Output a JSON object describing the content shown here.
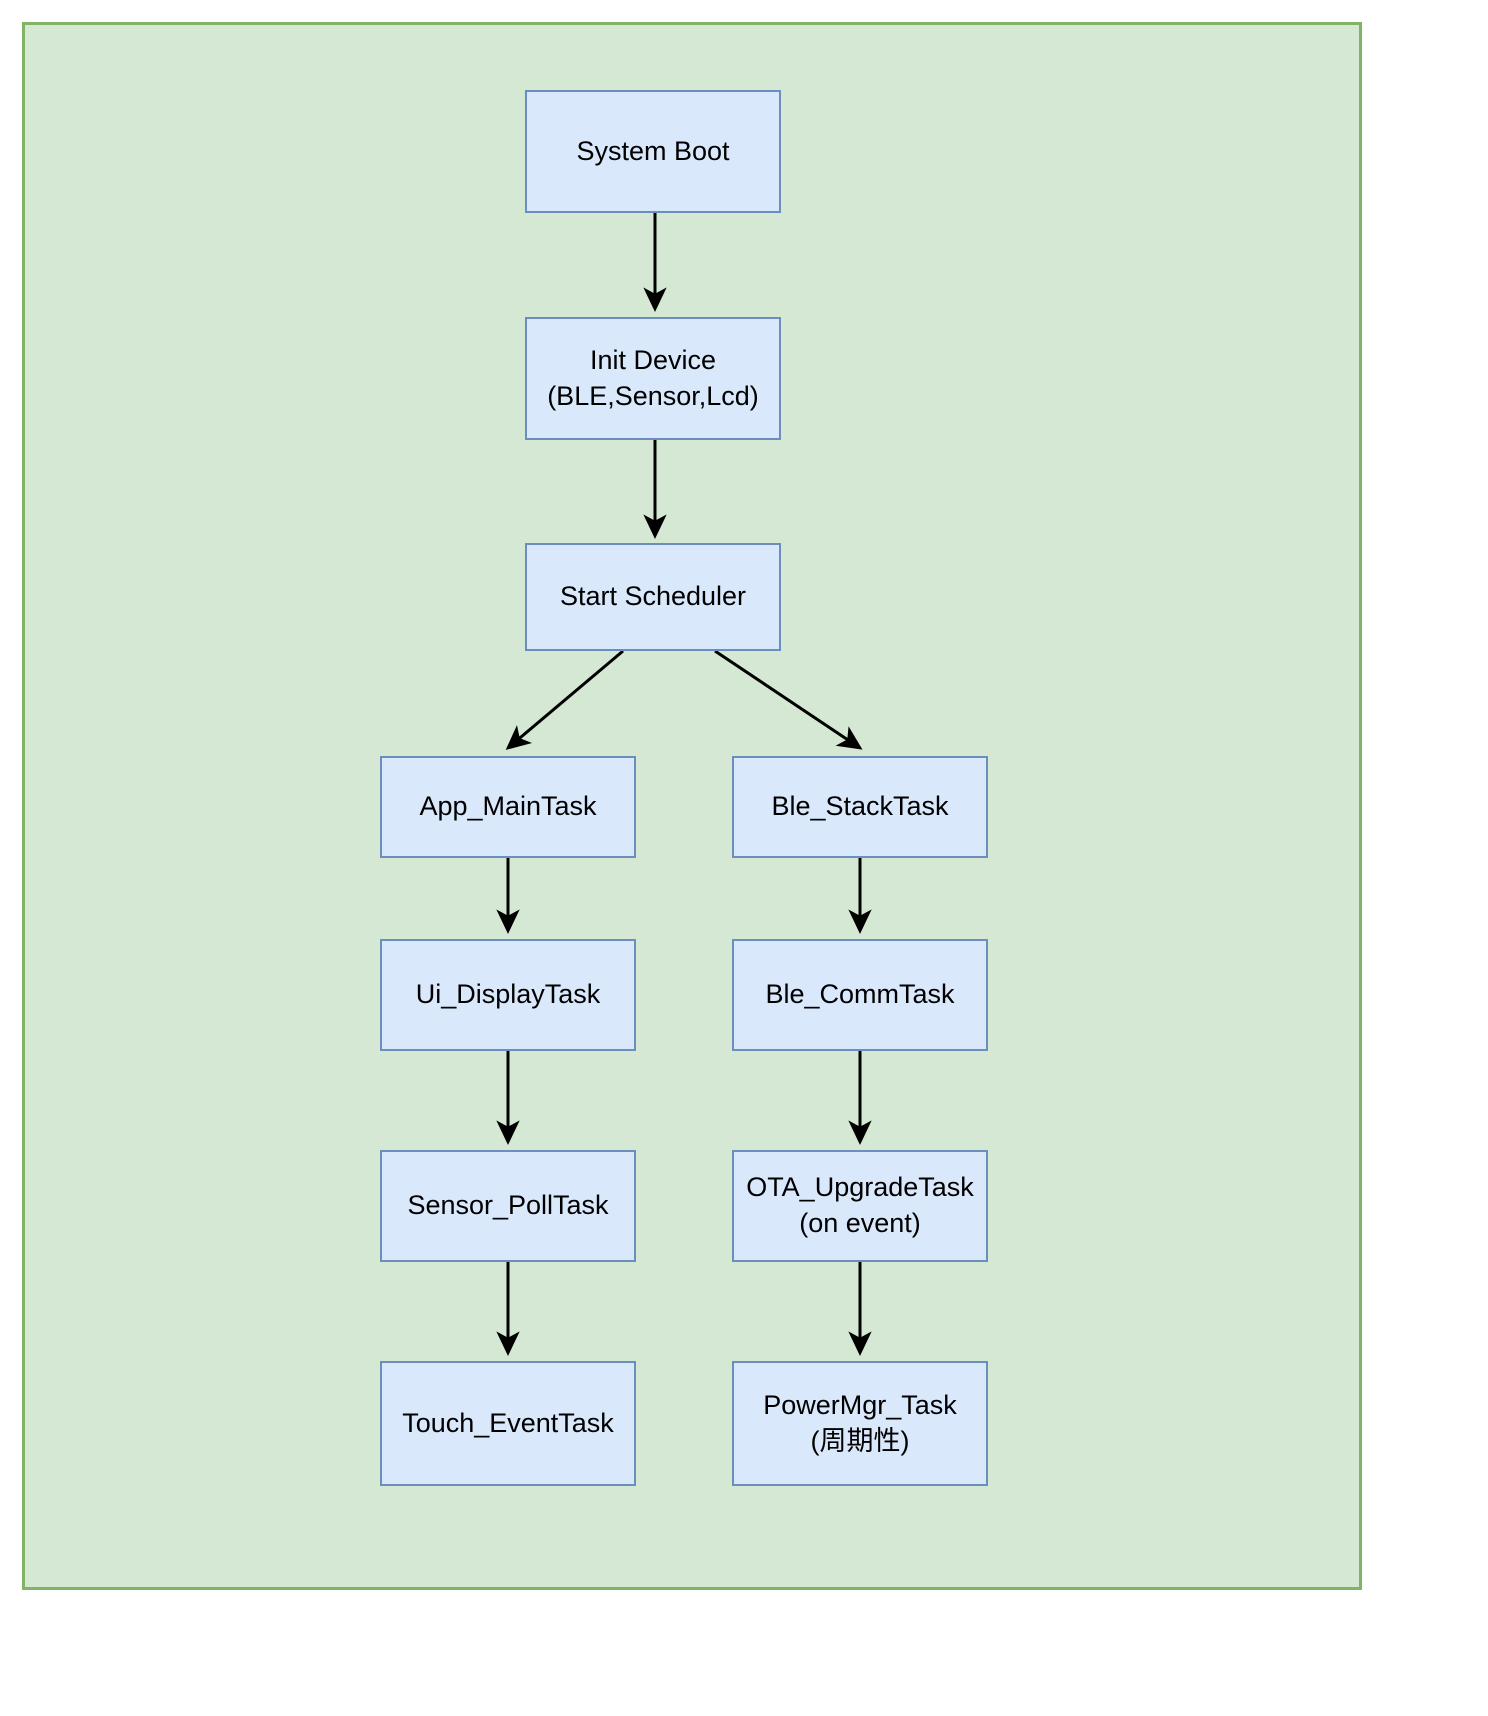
{
  "diagram": {
    "type": "flowchart",
    "title": "",
    "canvas": {
      "background_color": "#d5e8d4",
      "border_color": "#82b366"
    },
    "node_style": {
      "fill_color": "#dae8fc",
      "border_color": "#6c8ebf",
      "text_color": "#000000"
    },
    "edge_style": {
      "color": "#000000"
    },
    "nodes": [
      {
        "id": "system_boot",
        "label": "System Boot"
      },
      {
        "id": "init_device",
        "label": "Init Device\n(BLE,Sensor,Lcd)"
      },
      {
        "id": "start_scheduler",
        "label": "Start Scheduler"
      },
      {
        "id": "app_maintask",
        "label": "App_MainTask"
      },
      {
        "id": "ble_stacktask",
        "label": "Ble_StackTask"
      },
      {
        "id": "ui_displaytask",
        "label": "Ui_DisplayTask"
      },
      {
        "id": "ble_commtask",
        "label": "Ble_CommTask"
      },
      {
        "id": "sensor_polltask",
        "label": "Sensor_PollTask"
      },
      {
        "id": "ota_upgradetask",
        "label": "OTA_UpgradeTask\n(on event)"
      },
      {
        "id": "touch_eventtask",
        "label": "Touch_EventTask"
      },
      {
        "id": "powermgr_task",
        "label": "PowerMgr_Task\n(周期性)"
      }
    ],
    "edges": [
      {
        "from": "system_boot",
        "to": "init_device"
      },
      {
        "from": "init_device",
        "to": "start_scheduler"
      },
      {
        "from": "start_scheduler",
        "to": "app_maintask"
      },
      {
        "from": "start_scheduler",
        "to": "ble_stacktask"
      },
      {
        "from": "app_maintask",
        "to": "ui_displaytask"
      },
      {
        "from": "ble_stacktask",
        "to": "ble_commtask"
      },
      {
        "from": "ui_displaytask",
        "to": "sensor_polltask"
      },
      {
        "from": "ble_commtask",
        "to": "ota_upgradetask"
      },
      {
        "from": "sensor_polltask",
        "to": "touch_eventtask"
      },
      {
        "from": "ota_upgradetask",
        "to": "powermgr_task"
      }
    ]
  }
}
